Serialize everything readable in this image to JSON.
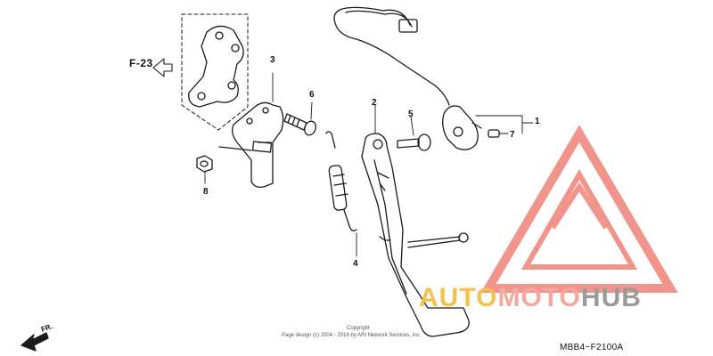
{
  "diagram": {
    "reference": "F-23",
    "callouts": [
      "1",
      "2",
      "3",
      "4",
      "5",
      "6",
      "7",
      "8"
    ],
    "direction": "FR.",
    "diagram_code": "MBB4−F2100A",
    "copyright_line1": "Copyright",
    "copyright_line2": "Page design (c) 2004 - 2016 by ARI Network Services, Inc."
  },
  "watermark": {
    "brand_part1": "AUTO",
    "brand_part2": "MOTO",
    "brand_part3": "HUB",
    "colors": {
      "auto": "#f6c14a",
      "moto": "#f4a79d",
      "hub": "#9a9a9a",
      "logo": "#f08a80"
    }
  },
  "colors": {
    "line": "#1a1a1a",
    "background": "#ffffff"
  }
}
